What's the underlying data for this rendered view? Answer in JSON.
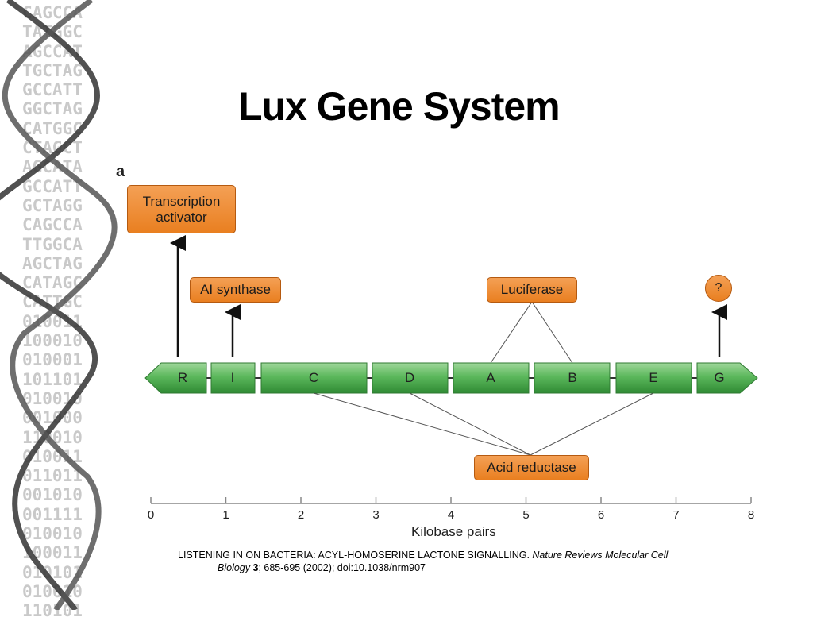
{
  "slide": {
    "title": "Lux Gene System",
    "panel_label": "a"
  },
  "background": {
    "dna_letters": [
      "CAGCCA",
      "TATGGC",
      "AGCCAT",
      "TGCTAG",
      "GCCATT",
      "GGCTAG",
      "CATGGC",
      "CTAGCT",
      "AGCATA",
      "GCCATT",
      "GCTAGG",
      "CAGCCA",
      "TTGGCA",
      "AGCTAG",
      "CATAGC",
      "CATTGC",
      "010011",
      "100010",
      "010001",
      "101101",
      "010010",
      "001000",
      "110010",
      "010011",
      "011011",
      "001010",
      "001111",
      "010010",
      "100011",
      "010101",
      "010010",
      "110101"
    ]
  },
  "diagram": {
    "genes": [
      "R",
      "I",
      "C",
      "D",
      "A",
      "B",
      "E",
      "G"
    ],
    "protein_labels": {
      "transcription_activator": "Transcription activator",
      "ai_synthase": "AI synthase",
      "luciferase": "Luciferase",
      "unknown": "?",
      "acid_reductase": "Acid reductase"
    },
    "axis": {
      "ticks": [
        "0",
        "1",
        "2",
        "3",
        "4",
        "5",
        "6",
        "7",
        "8"
      ],
      "label": "Kilobase pairs"
    },
    "colors": {
      "gene_green": "#5cb85c",
      "protein_orange": "#ed8a2e"
    }
  },
  "citation": {
    "line1_plain": "LISTENING IN ON BACTERIA: ACYL-HOMOSERINE LACTONE SIGNALLING.",
    "line1_italic": "Nature Reviews Molecular Cell",
    "line2_italic": "Biology",
    "line2_bold": "3",
    "line2_rest": "; 685-695 (2002); doi:10.1038/nrm907"
  }
}
